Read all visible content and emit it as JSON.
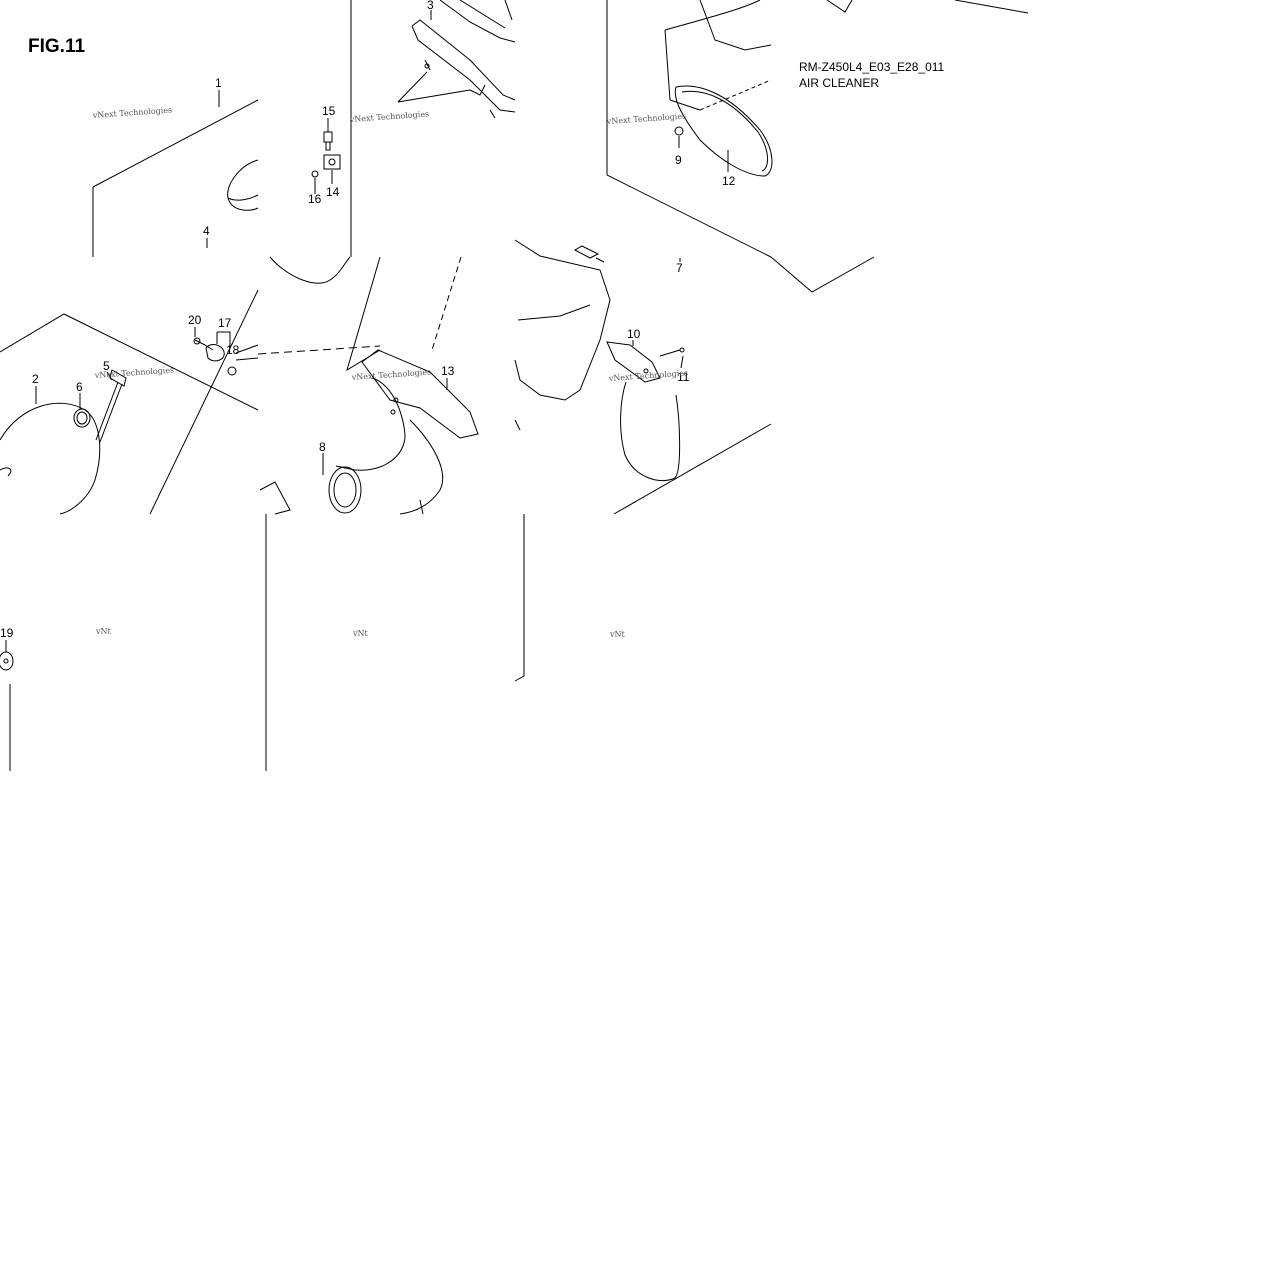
{
  "figure": {
    "title": "FIG.11",
    "model_code": "RM-Z450L4_E03_E28_011",
    "section_name": "AIR CLEANER"
  },
  "callouts": [
    "1",
    "2",
    "3",
    "4",
    "5",
    "6",
    "7",
    "8",
    "9",
    "10",
    "11",
    "12",
    "13",
    "14",
    "15",
    "16",
    "17",
    "18",
    "19",
    "20"
  ],
  "watermark": {
    "text": "vNext Technologies",
    "fragment": "vNt"
  },
  "colors": {
    "line": "#000000",
    "background": "#ffffff",
    "watermark": "#cfcfcf"
  }
}
